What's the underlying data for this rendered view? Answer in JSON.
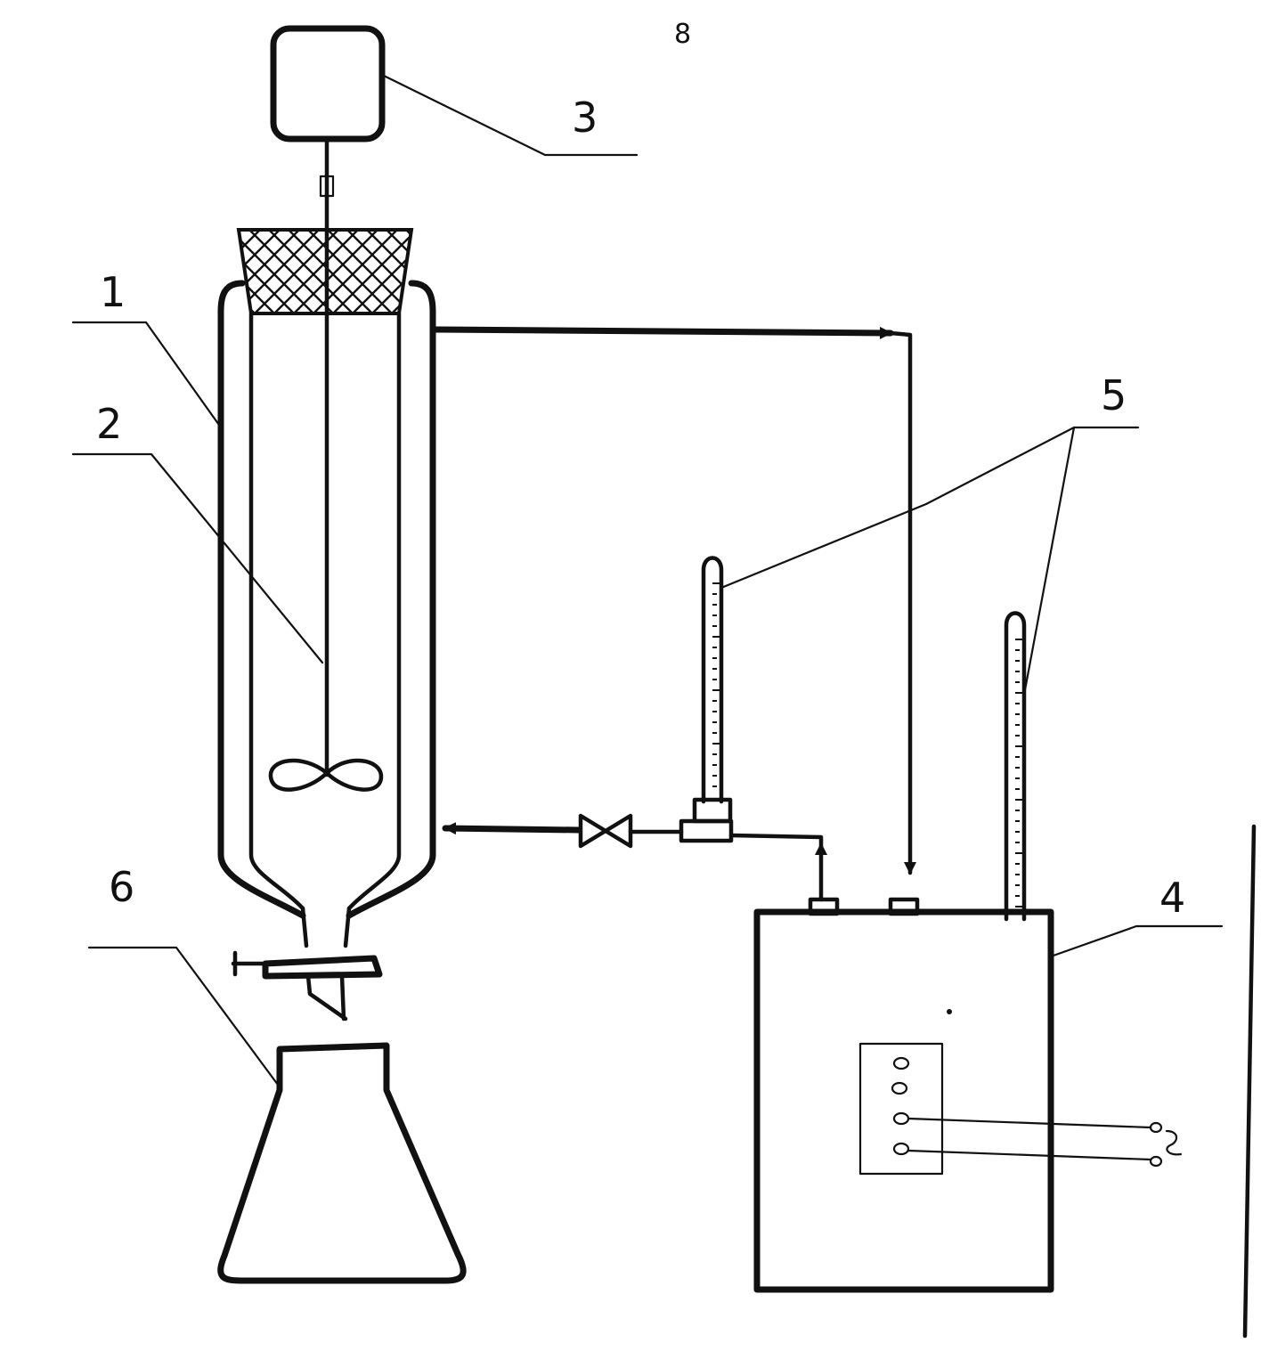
{
  "page_number": "8",
  "labels": {
    "jacket": "1",
    "stirrer": "2",
    "motor": "3",
    "thermostat": "4",
    "thermometer": "5",
    "flask": "6"
  },
  "colors": {
    "ink": "#111111",
    "paper": "#ffffff"
  }
}
